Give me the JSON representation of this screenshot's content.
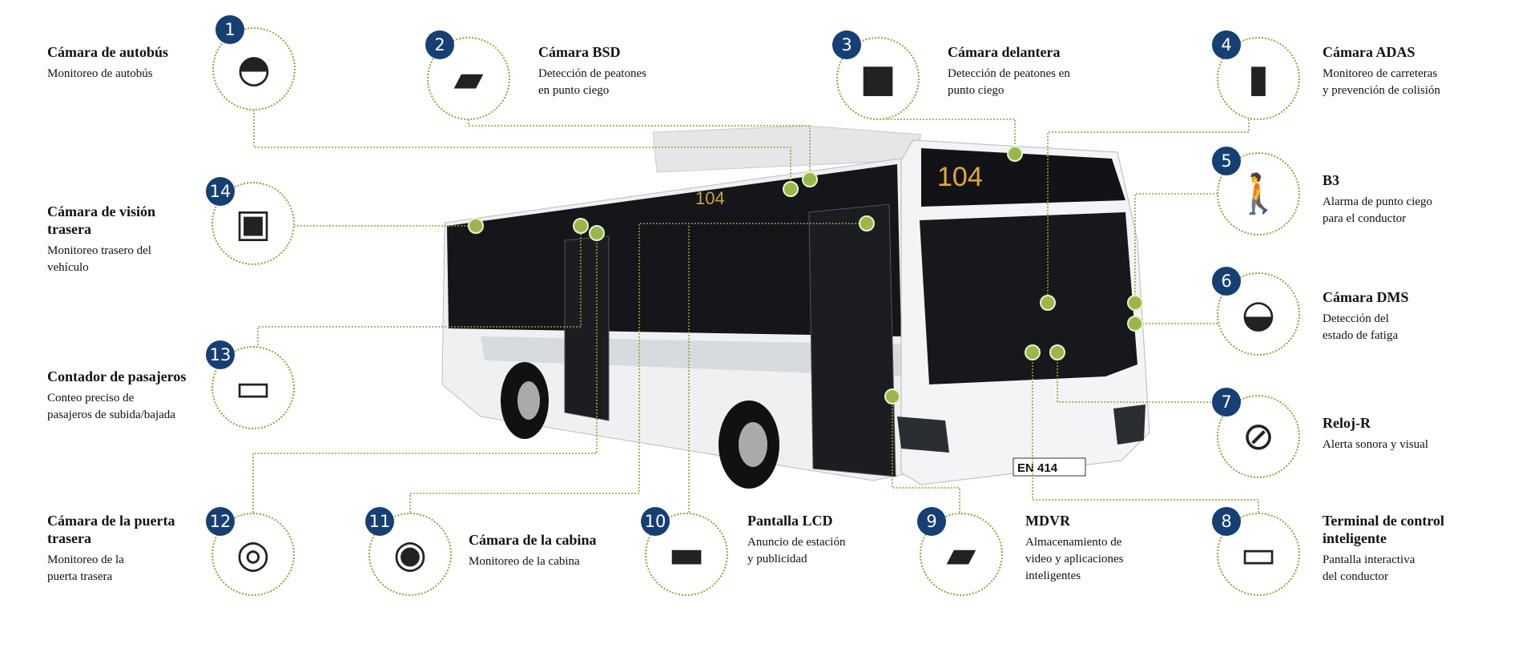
{
  "colors": {
    "badge": "#163f73",
    "connector": "#8fa33a",
    "dot": "#9ab84a"
  },
  "bus": {
    "route_number": "104",
    "plate": "EN 414"
  },
  "items": [
    {
      "n": "1",
      "title": "Cámara de autobús",
      "desc": [
        "Monitoreo de autobús"
      ],
      "icon": "dome-camera-icon"
    },
    {
      "n": "2",
      "title": "Cámara BSD",
      "desc": [
        "Detección de peatones",
        "en punto ciego"
      ],
      "icon": "bsd-camera-icon"
    },
    {
      "n": "3",
      "title": "Cámara delantera",
      "desc": [
        "Detección de peatones en",
        "punto ciego"
      ],
      "icon": "front-camera-icon"
    },
    {
      "n": "4",
      "title": "Cámara ADAS",
      "desc": [
        "Monitoreo de carreteras",
        "y prevención de colisión"
      ],
      "icon": "adas-camera-icon"
    },
    {
      "n": "5",
      "title": "B3",
      "desc": [
        "Alarma de punto ciego",
        "para el conductor"
      ],
      "icon": "pedestrian-alarm-icon"
    },
    {
      "n": "6",
      "title": "Cámara DMS",
      "desc": [
        "Detección del",
        "estado de fatiga"
      ],
      "icon": "dms-camera-icon"
    },
    {
      "n": "7",
      "title": "Reloj-R",
      "desc": [
        "Alerta sonora y visual"
      ],
      "icon": "alert-clock-icon"
    },
    {
      "n": "8",
      "title": "Terminal de control inteligente",
      "desc": [
        "Pantalla interactiva",
        "del conductor"
      ],
      "icon": "terminal-screen-icon"
    },
    {
      "n": "9",
      "title": "MDVR",
      "desc": [
        "Almacenamiento de",
        "video y aplicaciones",
        "inteligentes"
      ],
      "icon": "mdvr-icon"
    },
    {
      "n": "10",
      "title": "Pantalla LCD",
      "desc": [
        "Anuncio de estación",
        "y publicidad"
      ],
      "icon": "lcd-display-icon"
    },
    {
      "n": "11",
      "title": "Cámara de la cabina",
      "desc": [
        "Monitoreo de la cabina"
      ],
      "icon": "cabin-camera-icon"
    },
    {
      "n": "12",
      "title": "Cámara de la puerta trasera",
      "desc": [
        "Monitoreo de la",
        "puerta trasera"
      ],
      "icon": "door-camera-icon"
    },
    {
      "n": "13",
      "title": "Contador de pasajeros",
      "desc": [
        "Conteo preciso de",
        "pasajeros de subida/bajada"
      ],
      "icon": "passenger-counter-icon"
    },
    {
      "n": "14",
      "title": "Cámara de visión trasera",
      "desc": [
        "Monitoreo trasero del",
        "vehículo"
      ],
      "icon": "rear-camera-icon"
    }
  ]
}
